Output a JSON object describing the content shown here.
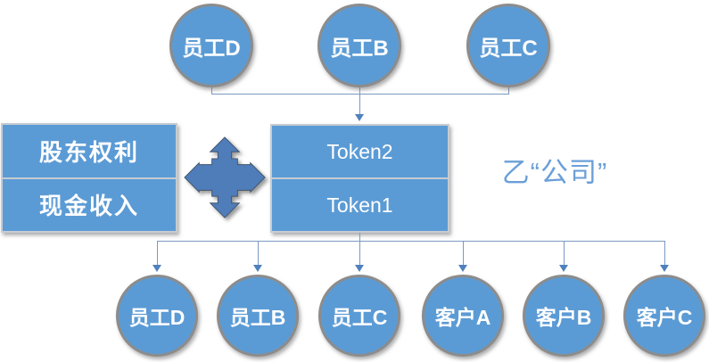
{
  "diagram": {
    "top_nodes": [
      {
        "label": "员工D"
      },
      {
        "label": "员工B"
      },
      {
        "label": "员工C"
      }
    ],
    "shareholder_box": {
      "rows": [
        {
          "label": "股东权利"
        },
        {
          "label": "现金收入"
        }
      ]
    },
    "token_box": {
      "rows": [
        {
          "label": "Token2"
        },
        {
          "label": "Token1"
        }
      ]
    },
    "company_label": "乙“公司”",
    "bottom_nodes": [
      {
        "label": "员工D"
      },
      {
        "label": "员工B"
      },
      {
        "label": "员工C"
      },
      {
        "label": "客户A"
      },
      {
        "label": "客户B"
      },
      {
        "label": "客户C"
      }
    ],
    "icons": {
      "move_icon": "four-way-move-arrow",
      "arrowhead": "down-arrowhead"
    },
    "colors": {
      "node_fill": "#5B9BD5",
      "node_border": "#8C8C8C",
      "box_border": "#C6CCD2",
      "connector": "#7A99C2",
      "arrowhead": "#4F81BD",
      "move_icon_fill": "#4E7DBA",
      "move_icon_stroke": "#44546A",
      "company_text": "#6B9FD8",
      "shape_text": "#FFFFFF"
    }
  }
}
